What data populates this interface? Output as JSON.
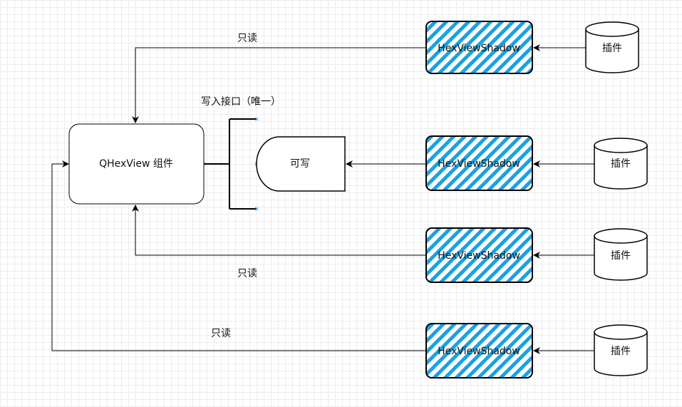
{
  "main_component": {
    "label": "QHexView 组件"
  },
  "writable_gate": {
    "label": "可写"
  },
  "write_interface": {
    "label": "写入接口（唯一）"
  },
  "edges": {
    "readonly_1": "只读",
    "readonly_2": "只读",
    "readonly_3": "只读"
  },
  "shadows": [
    {
      "label": "HexViewShadow"
    },
    {
      "label": "HexViewShadow"
    },
    {
      "label": "HexViewShadow"
    },
    {
      "label": "HexViewShadow"
    }
  ],
  "plugins": [
    {
      "label": "插件"
    },
    {
      "label": "插件"
    },
    {
      "label": "插件"
    },
    {
      "label": "插件"
    }
  ],
  "colors": {
    "hatch": "#1ba1e2",
    "stroke": "#000000",
    "junction_marker": "#3a8ee6"
  }
}
